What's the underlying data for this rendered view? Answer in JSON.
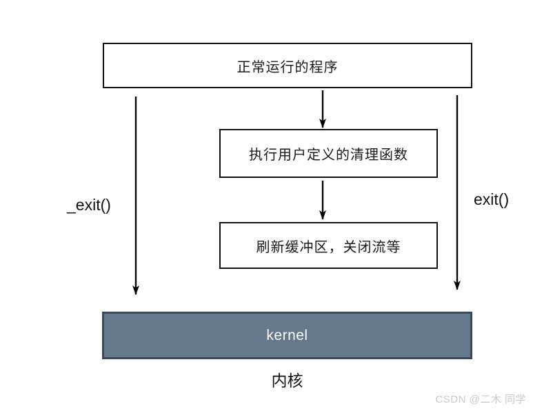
{
  "diagram": {
    "program_box": {
      "label": "正常运行的程序"
    },
    "cleanup_box": {
      "label": "执行用户定义的清理函数"
    },
    "flush_box": {
      "label": "刷新缓冲区，关闭流等"
    },
    "kernel_box": {
      "label": "kernel",
      "fill": "#66788B",
      "border": "#3B4859"
    },
    "kernel_caption": "内核",
    "left_arrow_label": "_exit()",
    "right_arrow_label": "exit()",
    "arrow_color": "#000000"
  },
  "watermark": {
    "text": "CSDN @二木 同学",
    "color": "#C9C9C9"
  }
}
